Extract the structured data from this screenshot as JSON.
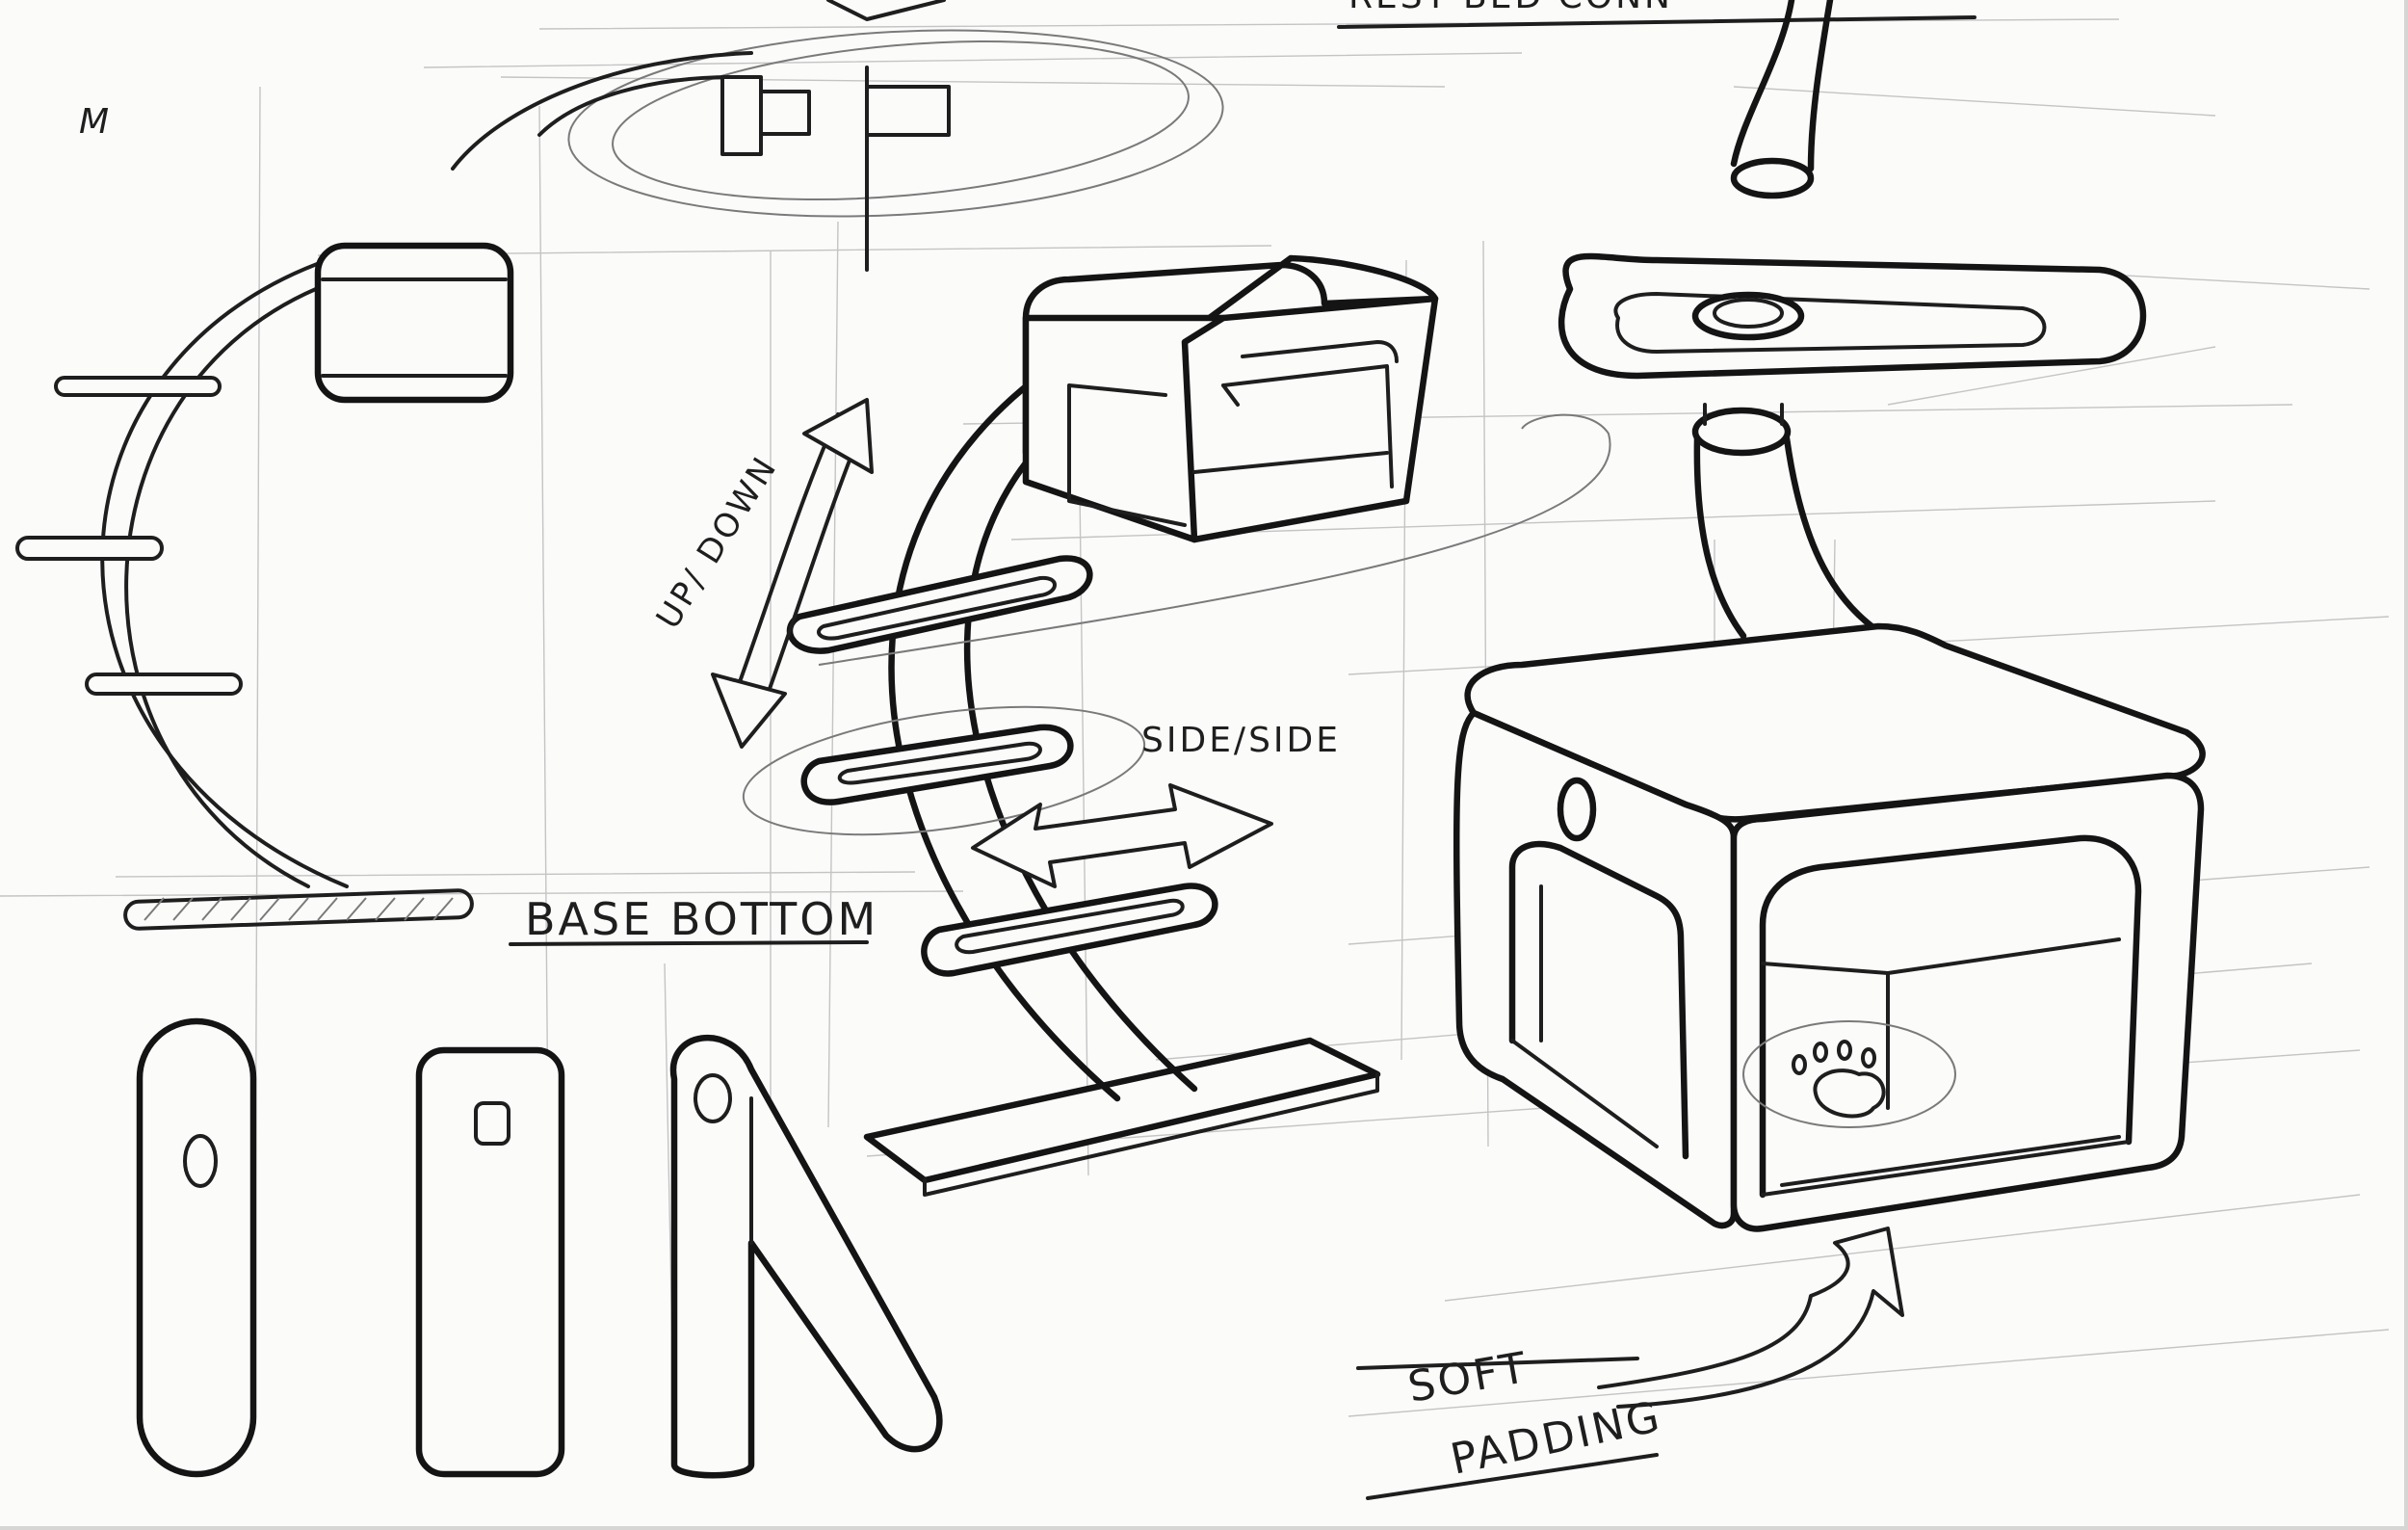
{
  "annotations": {
    "top_label": "REST BED CONN",
    "base_bottom": "BASE BOTTOM",
    "up_down": "UP/ DOWN",
    "side_side": "SIDE/SIDE",
    "soft": "SOFT",
    "padding": "PADDING",
    "corner_mark": "M"
  },
  "colors": {
    "paper": "#fbfbfa",
    "ink": "#1e1e1e",
    "guide": "#c4c4c4"
  }
}
